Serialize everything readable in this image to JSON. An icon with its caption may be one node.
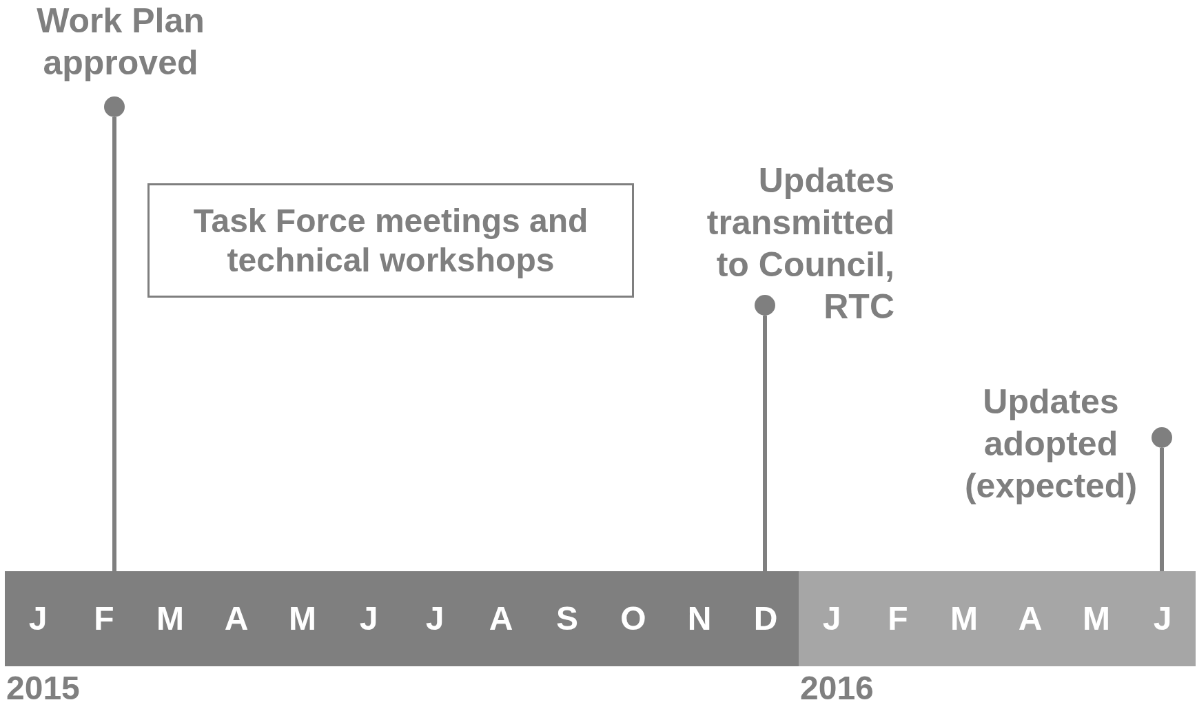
{
  "diagram": {
    "nodes": [
      {
        "text": [],
        "shape": "circle",
        "beside": [
          "Work Plan approved"
        ]
      },
      {
        "text": [
          "Task Force meetings and technical workshops"
        ]
      },
      {
        "text": [],
        "shape": "circle",
        "beside": [
          "Updates transmitted to Council, RTC"
        ]
      },
      {
        "text": [],
        "shape": "circle",
        "beside": [
          "Updates adopted (expected)"
        ]
      },
      {
        "text": [
          "J",
          "F",
          "M",
          "A",
          "M",
          "J",
          "J",
          "A",
          "S",
          "O",
          "N",
          "D"
        ],
        "beside": [
          "2015"
        ]
      },
      {
        "text": [
          "J",
          "F",
          "M",
          "A",
          "M",
          "J"
        ],
        "beside": [
          "2016"
        ]
      }
    ],
    "edges": [
      {
        "from": 0,
        "to": 4,
        "arrow": "none"
      },
      {
        "from": 2,
        "to": 4,
        "arrow": "none"
      },
      {
        "from": 3,
        "to": 5,
        "arrow": "none"
      }
    ]
  }
}
